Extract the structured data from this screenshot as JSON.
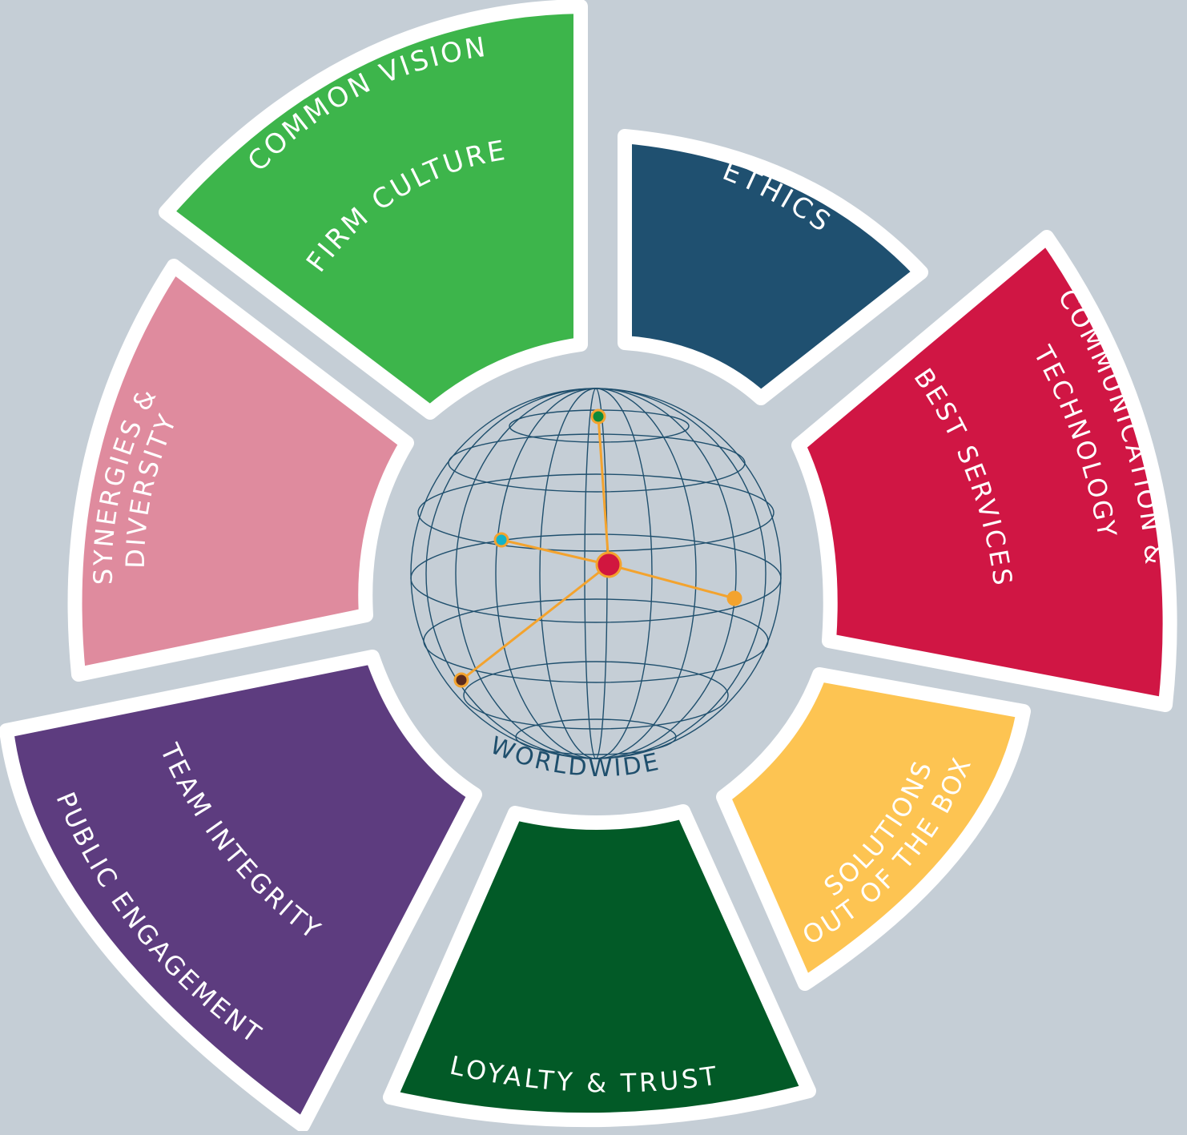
{
  "center": {
    "label": "WORLDWIDE",
    "icon": "globe-network-icon",
    "hub_color": "#d1163f",
    "link_color": "#f3a32e",
    "node_colors": [
      "#0d8a3a",
      "#12b3c8",
      "#f3a32e",
      "#5a2a1e"
    ]
  },
  "segments": [
    {
      "id": "common-vision",
      "color": "#3db54b",
      "labels": [
        "COMMON VISION",
        "FIRM CULTURE"
      ]
    },
    {
      "id": "ethics",
      "color": "#1f5070",
      "labels": [
        "ETHICS"
      ]
    },
    {
      "id": "communication",
      "color": "#d01644",
      "labels": [
        "COMMUNICATION &",
        "TECHNOLOGY",
        "BEST SERVICES"
      ]
    },
    {
      "id": "solutions",
      "color": "#fdc452",
      "labels": [
        "SOLUTIONS",
        "OUT OF THE BOX"
      ]
    },
    {
      "id": "loyalty",
      "color": "#025a27",
      "labels": [
        "LOYALTY & TRUST"
      ]
    },
    {
      "id": "team",
      "color": "#5d3c7f",
      "labels": [
        "TEAM INTEGRITY",
        "PUBLIC ENGAGEMENT"
      ]
    },
    {
      "id": "synergies",
      "color": "#df8b9e",
      "labels": [
        "SYNERGIES &",
        "DIVERSITY"
      ]
    }
  ]
}
